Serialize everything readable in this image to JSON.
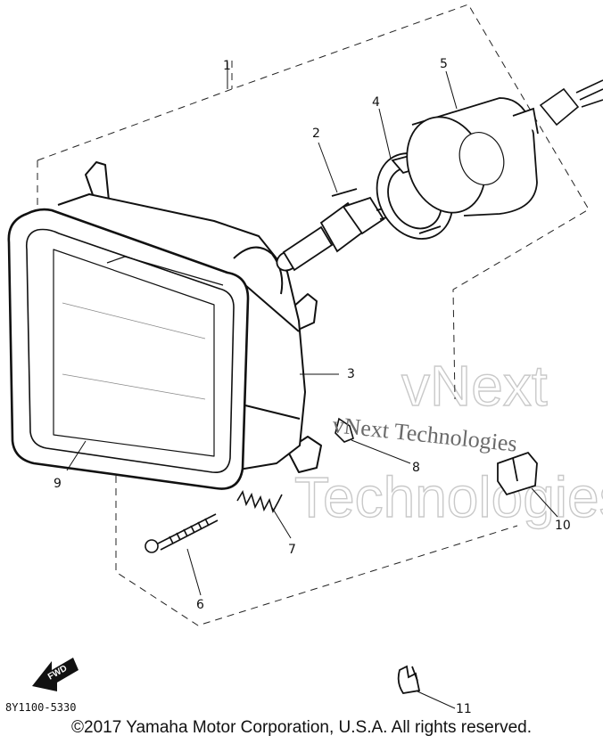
{
  "diagram": {
    "callouts": [
      "1",
      "2",
      "3",
      "4",
      "5",
      "6",
      "7",
      "8",
      "9",
      "10",
      "11"
    ],
    "direction_label": "FWD",
    "drawing_code": "8Y1100-5330",
    "watermark": {
      "outline_line1": "vNext",
      "outline_line2": "Technologies",
      "overlay_text": "vNext Technologies"
    }
  },
  "copyright": "©2017 Yamaha Motor Corporation, U.S.A. All rights reserved."
}
